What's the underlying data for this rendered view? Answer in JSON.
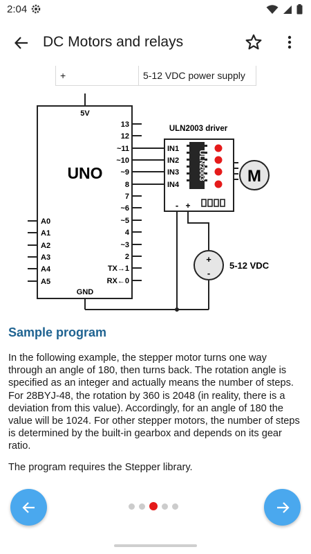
{
  "status": {
    "time": "2:04"
  },
  "appbar": {
    "title": "DC Motors and relays"
  },
  "table": {
    "cell1": "+",
    "cell2": "5-12 VDC power supply"
  },
  "diagram": {
    "board": "UNO",
    "v5": "5V",
    "gnd": "GND",
    "driver": "ULN2003 driver",
    "chip": "ULN2003",
    "inputs": [
      "IN1",
      "IN2",
      "IN3",
      "IN4"
    ],
    "right_pins": [
      "13",
      "12",
      "~11",
      "~10",
      "~9",
      "8",
      "7",
      "~6",
      "~5",
      "4",
      "~3",
      "2",
      "TX→1",
      "RX←0"
    ],
    "analog": [
      "A0",
      "A1",
      "A2",
      "A3",
      "A4",
      "A5"
    ],
    "motor": "M",
    "minus": "-",
    "plus": "+",
    "supply": "5-12 VDC",
    "supply_plus": "+",
    "supply_minus": "-"
  },
  "content": {
    "heading": "Sample program",
    "paragraph1": "In the following example, the stepper motor turns one way through an angle of 180, then turns back. The rotation angle is specified as an integer and actually means the number of steps. For 28BYJ-48, the rotation by 360 is 2048 (in reality, there is a deviation from this value). Accordingly, for an angle of 180 the value will be 1024. For other stepper motors, the number of steps is determined by the built-in gearbox and depends on its gear ratio.",
    "paragraph2": "The program requires the Stepper library."
  },
  "pager": {
    "total": 5,
    "current": 3
  },
  "colors": {
    "accent": "#4aa8ee",
    "heading": "#1f6391",
    "active_dot": "#e51a1a",
    "led": "#e51a1a"
  }
}
